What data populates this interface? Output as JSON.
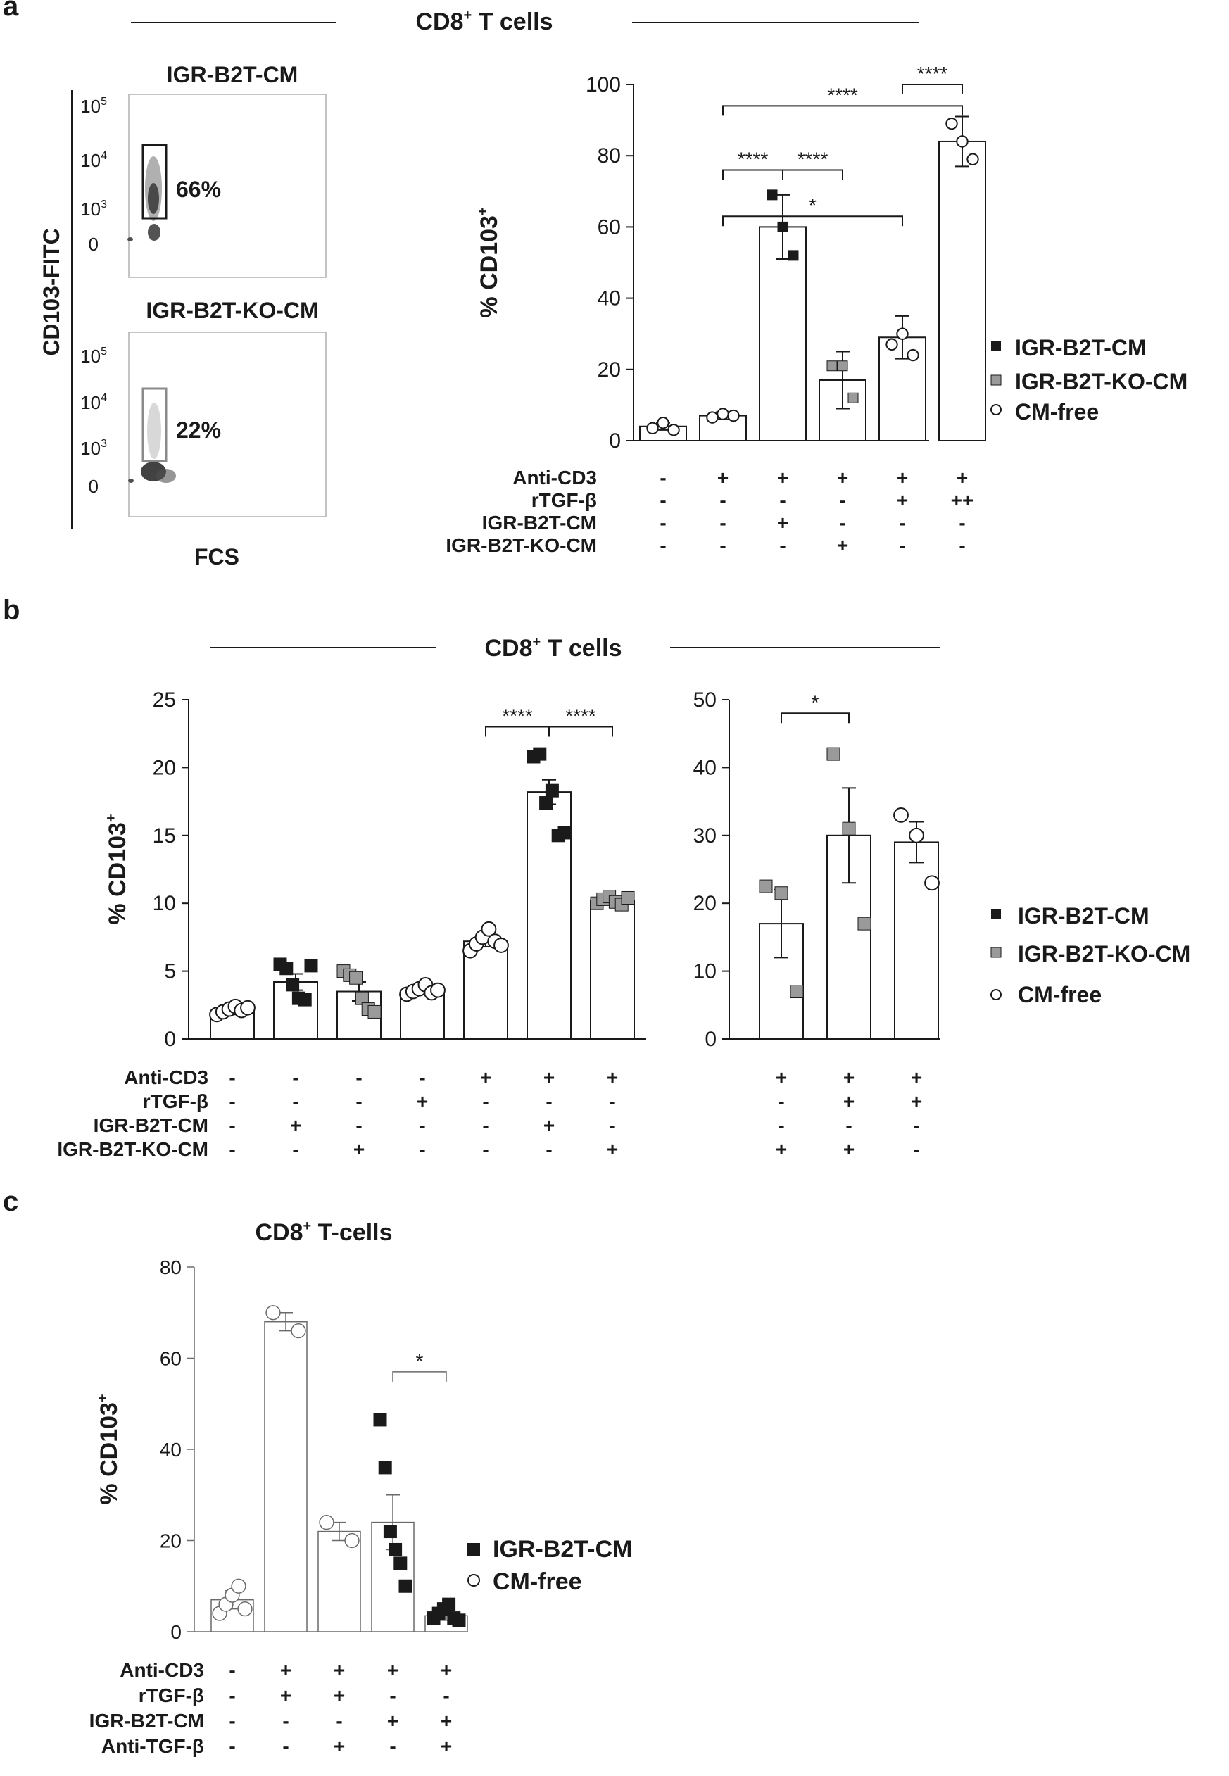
{
  "colors": {
    "ink": "#1a1a1a",
    "gray_square": "#9a9a9a",
    "density": "#404040",
    "gate_gray": "#8a8a8a"
  },
  "panel_a": {
    "letter": "a",
    "header": "CD8",
    "header_sup": "+",
    "header_rest": " T cells",
    "flow": {
      "ylabel": "CD103-FITC",
      "xlabel": "FCS",
      "plots": [
        {
          "title": "IGR-B2T-CM",
          "percent": "66%",
          "ticks": [
            {
              "base": "10",
              "exp": "5"
            },
            {
              "base": "10",
              "exp": "4"
            },
            {
              "base": "10",
              "exp": "3"
            },
            {
              "base": "0",
              "exp": ""
            }
          ]
        },
        {
          "title": "IGR-B2T-KO-CM",
          "percent": "22%",
          "ticks": [
            {
              "base": "10",
              "exp": "5"
            },
            {
              "base": "10",
              "exp": "4"
            },
            {
              "base": "10",
              "exp": "3"
            },
            {
              "base": "0",
              "exp": ""
            }
          ]
        }
      ]
    },
    "legend": [
      {
        "marker": "square-black",
        "label": "IGR-B2T-CM"
      },
      {
        "marker": "square-gray",
        "label": "IGR-B2T-KO-CM"
      },
      {
        "marker": "circle-open",
        "label": "CM-free"
      }
    ]
  },
  "panel_b": {
    "letter": "b",
    "header": "CD8",
    "header_sup": "+",
    "header_rest": " T cells",
    "legend": [
      {
        "marker": "square-black",
        "label": "IGR-B2T-CM"
      },
      {
        "marker": "square-gray",
        "label": "IGR-B2T-KO-CM"
      },
      {
        "marker": "circle-open",
        "label": "CM-free"
      }
    ]
  },
  "panel_c": {
    "letter": "c",
    "legend": [
      {
        "marker": "square-black",
        "label": "IGR-B2T-CM"
      },
      {
        "marker": "circle-open",
        "label": "CM-free"
      }
    ]
  },
  "chart_data": [
    {
      "id": "a",
      "type": "bar",
      "ylabel": "% CD103",
      "ylabel_sup": "+",
      "ylim": [
        0,
        100
      ],
      "yticks": [
        0,
        20,
        40,
        60,
        80,
        100
      ],
      "categories": [
        "1",
        "2",
        "3",
        "4",
        "5",
        "6"
      ],
      "values": [
        4,
        7,
        60,
        17,
        29,
        84
      ],
      "errors": [
        1,
        1,
        9,
        8,
        6,
        7
      ],
      "markers": [
        "circle-open",
        "circle-open",
        "square-black",
        "square-gray",
        "circle-open",
        "circle-open"
      ],
      "points": [
        [
          3.5,
          5,
          3
        ],
        [
          6.5,
          7.5,
          7
        ],
        [
          69,
          60,
          52
        ],
        [
          21,
          21,
          12
        ],
        [
          27,
          30,
          24
        ],
        [
          89,
          84,
          79
        ]
      ],
      "conditions": [
        {
          "label": "Anti-CD3",
          "values": [
            "-",
            "+",
            "+",
            "+",
            "+",
            "+"
          ]
        },
        {
          "label": "rTGF-β",
          "values": [
            "-",
            "-",
            "-",
            "-",
            "+",
            "++"
          ]
        },
        {
          "label": "IGR-B2T-CM",
          "values": [
            "-",
            "-",
            "+",
            "-",
            "-",
            "-"
          ]
        },
        {
          "label": "IGR-B2T-KO-CM",
          "values": [
            "-",
            "-",
            "-",
            "+",
            "-",
            "-"
          ]
        }
      ],
      "significance": [
        {
          "from": 1,
          "to": 2,
          "label": "****",
          "y": 76
        },
        {
          "from": 2,
          "to": 3,
          "label": "****",
          "y": 76
        },
        {
          "from": 1,
          "to": 4,
          "label": "*",
          "y": 63
        },
        {
          "from": 1,
          "to": 5,
          "label": "****",
          "y": 94
        },
        {
          "from": 4,
          "to": 5,
          "label": "****",
          "y": 100
        }
      ]
    },
    {
      "id": "b-left",
      "type": "bar",
      "ylabel": "% CD103",
      "ylabel_sup": "+",
      "ylim": [
        0,
        25
      ],
      "yticks": [
        0,
        5,
        10,
        15,
        20,
        25
      ],
      "categories": [
        "1",
        "2",
        "3",
        "4",
        "5",
        "6",
        "7"
      ],
      "values": [
        2.1,
        4.2,
        3.5,
        3.6,
        7.2,
        18.2,
        10.2
      ],
      "errors": [
        0.3,
        0.6,
        0.7,
        0.3,
        0.4,
        0.9,
        0.2
      ],
      "markers": [
        "circle-open",
        "square-black",
        "square-gray",
        "circle-open",
        "circle-open",
        "square-black",
        "square-gray"
      ],
      "points": [
        [
          1.8,
          2.0,
          2.2,
          2.4,
          2.1,
          2.3
        ],
        [
          5.5,
          5.2,
          4.0,
          3.0,
          2.9,
          5.4
        ],
        [
          5.0,
          4.7,
          4.5,
          3.0,
          2.2,
          2.0
        ],
        [
          3.3,
          3.5,
          3.7,
          4.0,
          3.4,
          3.6
        ],
        [
          6.5,
          7.0,
          7.5,
          8.1,
          7.2,
          6.9
        ],
        [
          20.8,
          21.0,
          17.4,
          18.3,
          15.0,
          15.2
        ],
        [
          10.0,
          10.3,
          10.5,
          10.1,
          9.9,
          10.4
        ]
      ],
      "conditions": [
        {
          "label": "Anti-CD3",
          "values": [
            "-",
            "-",
            "-",
            "-",
            "+",
            "+",
            "+"
          ]
        },
        {
          "label": "rTGF-β",
          "values": [
            "-",
            "-",
            "-",
            "+",
            "-",
            "-",
            "-"
          ]
        },
        {
          "label": "IGR-B2T-CM",
          "values": [
            "-",
            "+",
            "-",
            "-",
            "-",
            "+",
            "-"
          ]
        },
        {
          "label": "IGR-B2T-KO-CM",
          "values": [
            "-",
            "-",
            "+",
            "-",
            "-",
            "-",
            "+"
          ]
        }
      ],
      "significance": [
        {
          "from": 4,
          "to": 5,
          "label": "****",
          "y": 23
        },
        {
          "from": 5,
          "to": 6,
          "label": "****",
          "y": 23
        }
      ]
    },
    {
      "id": "b-right",
      "type": "bar",
      "ylabel": "",
      "ylim": [
        0,
        50
      ],
      "yticks": [
        0,
        10,
        20,
        30,
        40,
        50
      ],
      "categories": [
        "1",
        "2",
        "3"
      ],
      "values": [
        17,
        30,
        29
      ],
      "errors": [
        5,
        7,
        3
      ],
      "markers": [
        "square-gray",
        "square-gray",
        "circle-open"
      ],
      "points": [
        [
          22.5,
          21.5,
          7
        ],
        [
          42,
          31,
          17
        ],
        [
          33,
          30,
          23
        ]
      ],
      "conditions": [
        {
          "label": "",
          "values": [
            "+",
            "+",
            "+"
          ]
        },
        {
          "label": "",
          "values": [
            "-",
            "+",
            "+"
          ]
        },
        {
          "label": "",
          "values": [
            "-",
            "-",
            "-"
          ]
        },
        {
          "label": "",
          "values": [
            "+",
            "+",
            "-"
          ]
        }
      ],
      "significance": [
        {
          "from": 0,
          "to": 1,
          "label": "*",
          "y": 48
        }
      ]
    },
    {
      "id": "c",
      "type": "bar",
      "title": "CD8",
      "title_sup": "+",
      "title_rest": " T-cells",
      "ylabel": "% CD103",
      "ylabel_sup": "+",
      "ylim": [
        0,
        80
      ],
      "yticks": [
        0,
        20,
        40,
        60,
        80
      ],
      "categories": [
        "1",
        "2",
        "3",
        "4",
        "5"
      ],
      "values": [
        7,
        68,
        22,
        24,
        3.5
      ],
      "errors": [
        2,
        2,
        2,
        6,
        1
      ],
      "markers": [
        "circle-open",
        "circle-open",
        "circle-open",
        "square-black",
        "square-black"
      ],
      "points": [
        [
          4,
          6,
          8,
          10,
          5
        ],
        [
          70,
          66
        ],
        [
          24,
          20
        ],
        [
          46.5,
          36,
          22,
          18,
          15,
          10
        ],
        [
          3,
          4,
          5,
          6,
          3,
          2.5
        ]
      ],
      "conditions": [
        {
          "label": "Anti-CD3",
          "values": [
            "-",
            "+",
            "+",
            "+",
            "+"
          ]
        },
        {
          "label": "rTGF-β",
          "values": [
            "-",
            "+",
            "+",
            "-",
            "-"
          ]
        },
        {
          "label": "IGR-B2T-CM",
          "values": [
            "-",
            "-",
            "-",
            "+",
            "+"
          ]
        },
        {
          "label": "Anti-TGF-β",
          "values": [
            "-",
            "-",
            "+",
            "-",
            "+"
          ]
        }
      ],
      "significance": [
        {
          "from": 3,
          "to": 4,
          "label": "*",
          "y": 57
        }
      ]
    }
  ]
}
